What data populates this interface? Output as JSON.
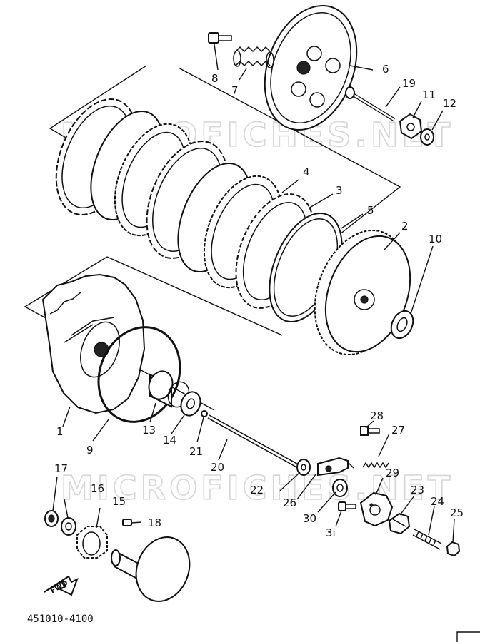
{
  "watermark": "MICROFICHES.NET",
  "diagram_code": "451010-4100",
  "fwd_label": "FWD",
  "callouts": {
    "p1": "1",
    "p2": "2",
    "p3": "3",
    "p4": "4",
    "p5": "5",
    "p6": "6",
    "p7": "7",
    "p8": "8",
    "p9": "9",
    "p10": "10",
    "p11": "11",
    "p12": "12",
    "p13": "13",
    "p14": "14",
    "p15": "15",
    "p16": "16",
    "p17": "17",
    "p18": "18",
    "p19": "19",
    "p20": "20",
    "p21": "21",
    "p22": "22",
    "p23": "23",
    "p24": "24",
    "p25": "25",
    "p26": "26",
    "p27": "27",
    "p28": "28",
    "p29": "29",
    "p30": "30",
    "p31": "3i"
  }
}
